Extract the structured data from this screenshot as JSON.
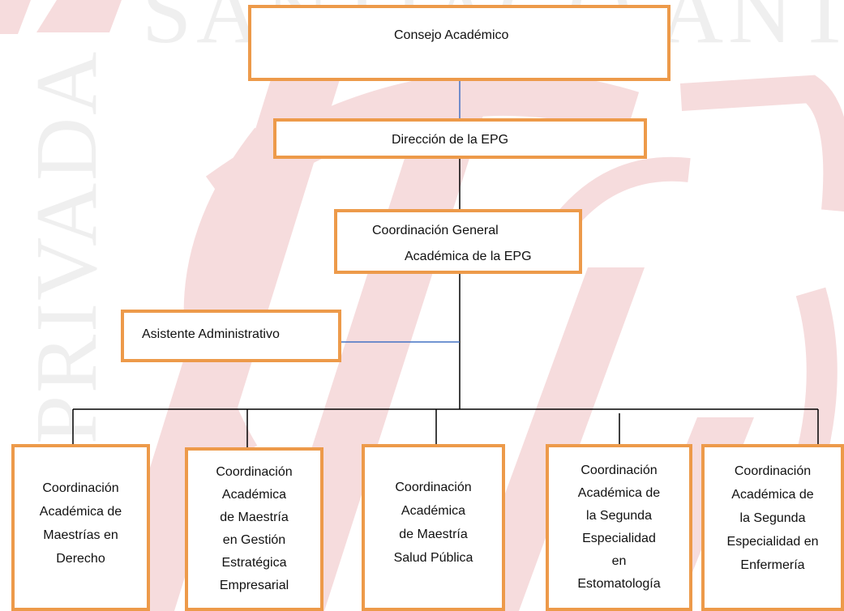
{
  "org_chart": {
    "consejo": "Consejo Académico",
    "direccion": "Dirección de la EPG",
    "coord_general": {
      "line1": "Coordinación General",
      "line2": "Académica de la EPG"
    },
    "asistente": "Asistente Administrativo",
    "units": {
      "derecho": "Coordinación\nAcadémica de\nMaestrías   en\nDerecho",
      "gestion": "Coordinación\nAcadémica\nde Maestría\nen Gestión\nEstratégica\nEmpresarial",
      "salud": "Coordinación\nAcadémica\nde    Maestría\nSalud Pública",
      "estomatologia": "Coordinación\nAcadémica de\nla Segunda\nEspecialidad\nen\nEstomatología",
      "enfermeria": "Coordinación\nAcadémica de\nla Segunda\nEspecialidad en\nEnfermería"
    }
  },
  "colors": {
    "box_border": "#ED9A4A",
    "blue_connector": "#4472C4",
    "black_connector": "#000000",
    "watermark": "#F6DCDD"
  },
  "watermark": {
    "top_text": "SANTIAGO ANTÚNEZ",
    "side_text": "PRIVADA"
  }
}
